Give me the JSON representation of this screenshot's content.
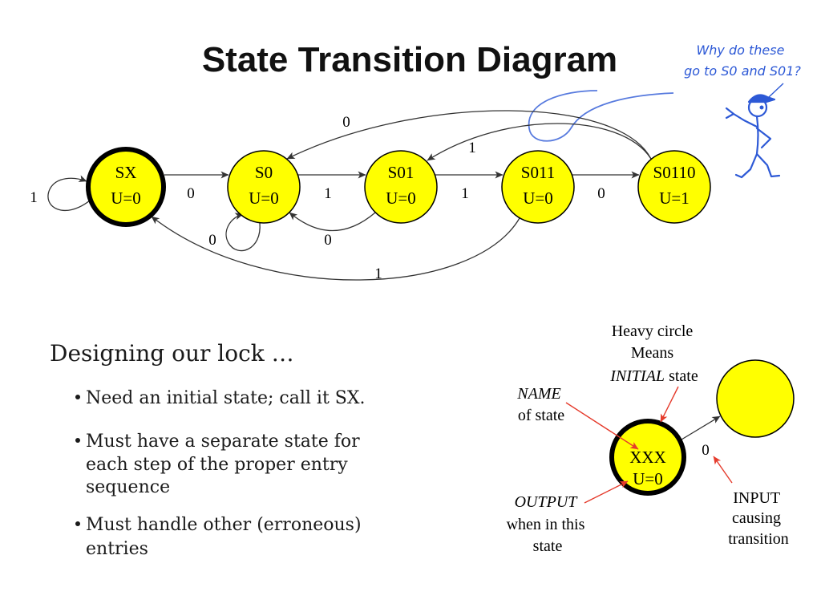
{
  "title": "State Transition Diagram",
  "colors": {
    "state_fill": "#ffff00",
    "annotation": "#2d59d6",
    "pointer": "#e53b2c"
  },
  "annotation": {
    "lines": [
      "Why do these",
      "go to S0 and S01?"
    ],
    "figure_icon": "stick-figure-icon"
  },
  "diagram": {
    "states": [
      {
        "name": "SX",
        "output": "U=0",
        "initial": true
      },
      {
        "name": "S0",
        "output": "U=0",
        "initial": false
      },
      {
        "name": "S01",
        "output": "U=0",
        "initial": false
      },
      {
        "name": "S011",
        "output": "U=0",
        "initial": false
      },
      {
        "name": "S0110",
        "output": "U=1",
        "initial": false
      }
    ],
    "transitions": [
      {
        "from": "SX",
        "to": "SX",
        "input": "1"
      },
      {
        "from": "SX",
        "to": "S0",
        "input": "0"
      },
      {
        "from": "S0",
        "to": "S0",
        "input": "0"
      },
      {
        "from": "S0",
        "to": "S01",
        "input": "1"
      },
      {
        "from": "S01",
        "to": "S0",
        "input": "0"
      },
      {
        "from": "S01",
        "to": "S011",
        "input": "1"
      },
      {
        "from": "S011",
        "to": "SX",
        "input": "1"
      },
      {
        "from": "S011",
        "to": "S0110",
        "input": "0"
      },
      {
        "from": "S0110",
        "to": "S0",
        "input": "0"
      },
      {
        "from": "S0110",
        "to": "S01",
        "input": "1"
      }
    ]
  },
  "notes": {
    "heading": "Designing our lock …",
    "bullets": [
      {
        "lines": [
          "Need an initial state; call it SX."
        ]
      },
      {
        "lines": [
          "Must have a separate state for",
          "each step of the proper entry",
          "sequence"
        ]
      },
      {
        "lines": [
          "Must handle other (erroneous)",
          "entries"
        ]
      }
    ]
  },
  "legend": {
    "initial_note": {
      "line1": "Heavy circle",
      "line2": "Means",
      "emphasis": "INITIAL",
      "rest": "state"
    },
    "name_note": {
      "emphasis": "NAME",
      "rest": "of state"
    },
    "output_note": {
      "emphasis": "OUTPUT",
      "line2": "when in this",
      "line3": "state"
    },
    "input_note": {
      "line1": "INPUT",
      "line2": "causing",
      "line3": "transition"
    },
    "example_state": {
      "name": "XXX",
      "output": "U=0"
    },
    "example_input": "0"
  }
}
